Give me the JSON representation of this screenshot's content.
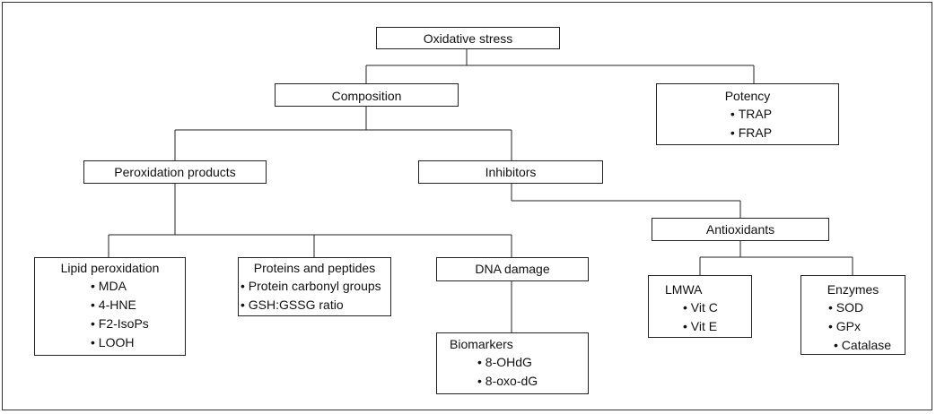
{
  "nodes": {
    "root": {
      "title": "Oxidative stress"
    },
    "composition": {
      "title": "Composition"
    },
    "potency": {
      "title": "Potency",
      "items": [
        "TRAP",
        "FRAP"
      ]
    },
    "peroxidation": {
      "title": "Peroxidation products"
    },
    "inhibitors": {
      "title": "Inhibitors"
    },
    "antioxidants": {
      "title": "Antioxidants"
    },
    "lipid": {
      "title": "Lipid peroxidation",
      "items": [
        "MDA",
        "4-HNE",
        "F2-IsoPs",
        "LOOH"
      ]
    },
    "proteins": {
      "title": "Proteins and peptides",
      "items": [
        "Protein carbonyl groups",
        "GSH:GSSG ratio"
      ]
    },
    "dna": {
      "title": "DNA damage"
    },
    "biomarkers": {
      "title": "Biomarkers",
      "items": [
        "8-OHdG",
        "8-oxo-dG"
      ]
    },
    "lmwa": {
      "title": "LMWA",
      "items": [
        "Vit C",
        "Vit E"
      ]
    },
    "enzymes": {
      "title": "Enzymes",
      "items": [
        "SOD",
        "GPx",
        "Catalase"
      ]
    }
  }
}
